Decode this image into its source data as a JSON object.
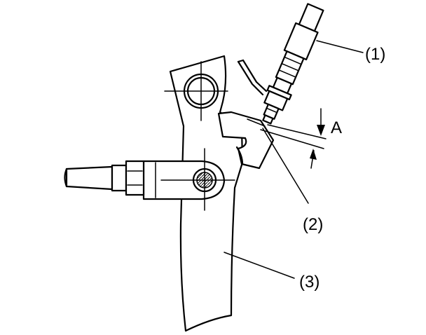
{
  "diagram": {
    "labels": {
      "sensor": "(1)",
      "target": "(2)",
      "arm": "(3)",
      "gap": "A"
    },
    "colors": {
      "line": "#000000",
      "background": "#ffffff"
    }
  }
}
